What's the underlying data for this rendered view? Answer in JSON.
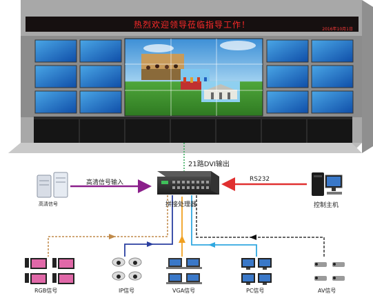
{
  "wall": {
    "banner_text": "热烈欢迎领导莅临指导工作！",
    "banner_date": "2016年10月1日",
    "banner_text_color": "#ff2a2a"
  },
  "links": {
    "dvi_output": "21路DVI输出",
    "hd_input": "高清信号输入",
    "rs232": "RS232"
  },
  "nodes": {
    "processor": "拼接处理器",
    "hd_source": "高清信号",
    "control_host": "控制主机",
    "rgb": "RGB信号",
    "ip": "IP信号",
    "vga": "VGA信号",
    "pc": "PC信号",
    "av": "AV信号"
  },
  "colors": {
    "dvi_line": "#2faa55",
    "hd_input_arrow": "#8b1f8b",
    "rs232_arrow": "#e03030",
    "rgb_line": "#c08a4a",
    "ip_line": "#2a3fa0",
    "vga_line": "#f0a020",
    "pc_line": "#30a8e0",
    "av_line": "#333333"
  }
}
